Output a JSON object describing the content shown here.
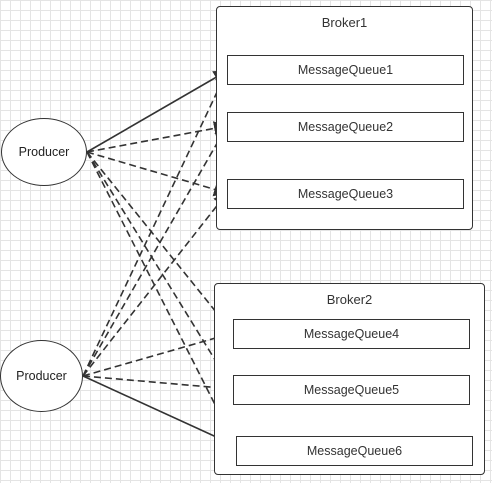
{
  "brokers": [
    {
      "title": "Broker1"
    },
    {
      "title": "Broker2"
    }
  ],
  "queues": [
    {
      "label": "MessageQueue1"
    },
    {
      "label": "MessageQueue2"
    },
    {
      "label": "MessageQueue3"
    },
    {
      "label": "MessageQueue4"
    },
    {
      "label": "MessageQueue5"
    },
    {
      "label": "MessageQueue6"
    }
  ],
  "producers": [
    {
      "label": "Producer"
    },
    {
      "label": "Producer"
    }
  ],
  "edges": [
    {
      "from": 0,
      "to": 0,
      "style": "solid"
    },
    {
      "from": 0,
      "to": 1,
      "style": "dashed"
    },
    {
      "from": 0,
      "to": 2,
      "style": "dashed"
    },
    {
      "from": 0,
      "to": 3,
      "style": "dashed"
    },
    {
      "from": 0,
      "to": 4,
      "style": "dashed"
    },
    {
      "from": 0,
      "to": 5,
      "style": "dashed"
    },
    {
      "from": 1,
      "to": 0,
      "style": "dashed"
    },
    {
      "from": 1,
      "to": 1,
      "style": "dashed"
    },
    {
      "from": 1,
      "to": 2,
      "style": "dashed"
    },
    {
      "from": 1,
      "to": 3,
      "style": "dashed"
    },
    {
      "from": 1,
      "to": 4,
      "style": "dashed"
    },
    {
      "from": 1,
      "to": 5,
      "style": "solid"
    }
  ],
  "colors": {
    "stroke": "#333333",
    "grid": "#e4e4e4",
    "background": "#ffffff"
  }
}
